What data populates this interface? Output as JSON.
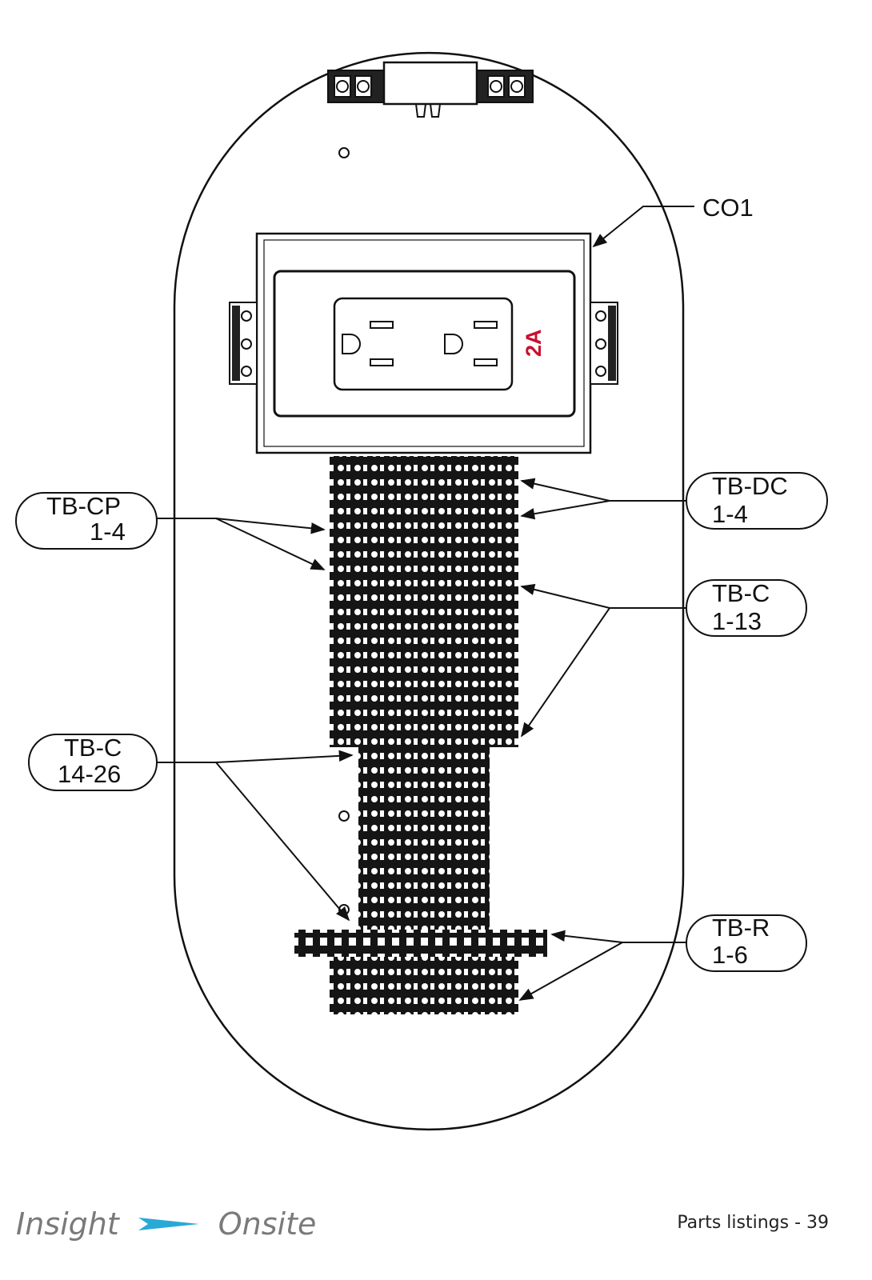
{
  "callouts": {
    "co1": "CO1",
    "fuse": "2A",
    "tb_cp": [
      "TB-CP",
      "1-4"
    ],
    "tb_dc": [
      "TB-DC",
      "1-4"
    ],
    "tb_c_upper": [
      "TB-C",
      "1-13"
    ],
    "tb_c_lower": [
      "TB-C",
      "14-26"
    ],
    "tb_r": [
      "TB-R",
      "1-6"
    ]
  },
  "footer": {
    "brand_left": "Insight",
    "brand_right": "Onsite",
    "page_ref": "Parts listings - 39"
  },
  "colors": {
    "line": "#111111",
    "accent_red": "#c8102e",
    "brand_grey": "#7a7a7a",
    "brand_blue": "#29a9d6"
  }
}
